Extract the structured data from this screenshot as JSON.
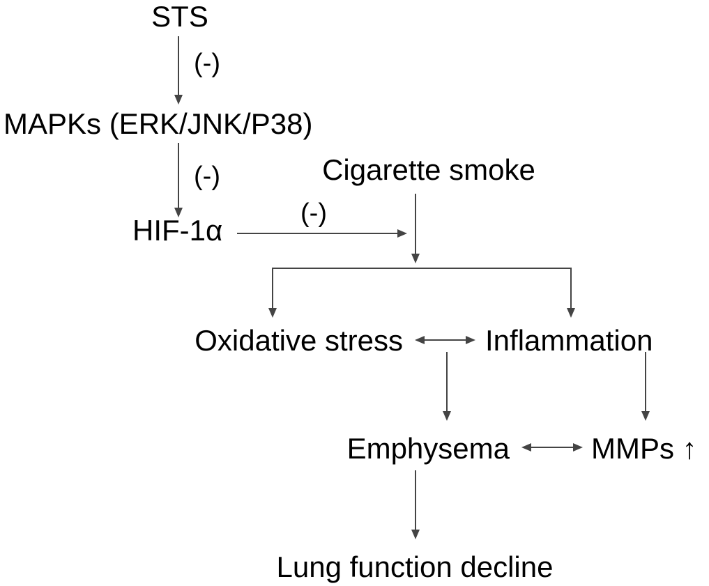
{
  "nodes": {
    "sts": "STS",
    "mapks": "MAPKs (ERK/JNK/P38)",
    "hif": "HIF-1α",
    "cigarette": "Cigarette smoke",
    "oxidative": "Oxidative stress",
    "inflammation": "Inflammation",
    "emphysema": "Emphysema",
    "mmps": "MMPs ↑",
    "lung": "Lung function decline"
  },
  "edge_labels": {
    "sts_to_mapks": "(-)",
    "mapks_to_hif": "(-)",
    "hif_to_smoke": "(-)"
  },
  "colors": {
    "text": "#000000",
    "arrow": "#444444",
    "background": "#ffffff"
  }
}
